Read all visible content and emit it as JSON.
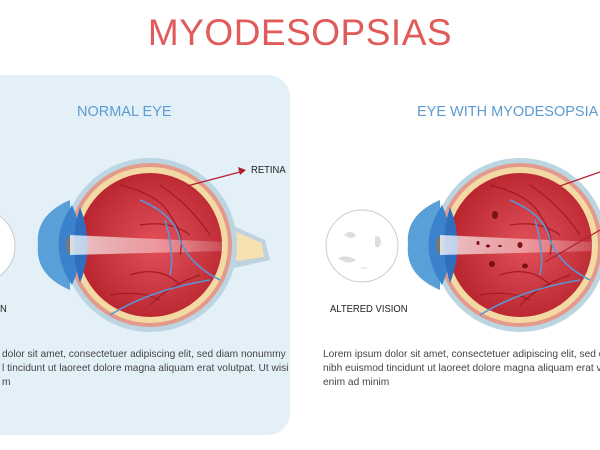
{
  "title": "MYODESOPSIAS",
  "left": {
    "heading": "NORMAL EYE",
    "retina_label": "RETINA",
    "vision_label_fragment": "N",
    "text_lines": [
      "dolor sit amet, consectetuer adipiscing elit, sed diam nonummy",
      "l tincidunt ut laoreet dolore magna aliquam erat volutpat. Ut wisi",
      "m"
    ]
  },
  "right": {
    "heading": "EYE WITH MYODESOPSIA",
    "vision_label": "ALTERED VISION",
    "text_lines": [
      "Lorem ipsum dolor sit amet, consectetuer adipiscing elit, sed dia",
      "nibh euismod tincidunt ut laoreet dolore magna aliquam erat vo",
      "enim ad minim"
    ]
  },
  "colors": {
    "title": "#e15b5b",
    "heading": "#5d9bd0",
    "panel": "#e4f0f8",
    "eyeball": "#c9313a"
  }
}
